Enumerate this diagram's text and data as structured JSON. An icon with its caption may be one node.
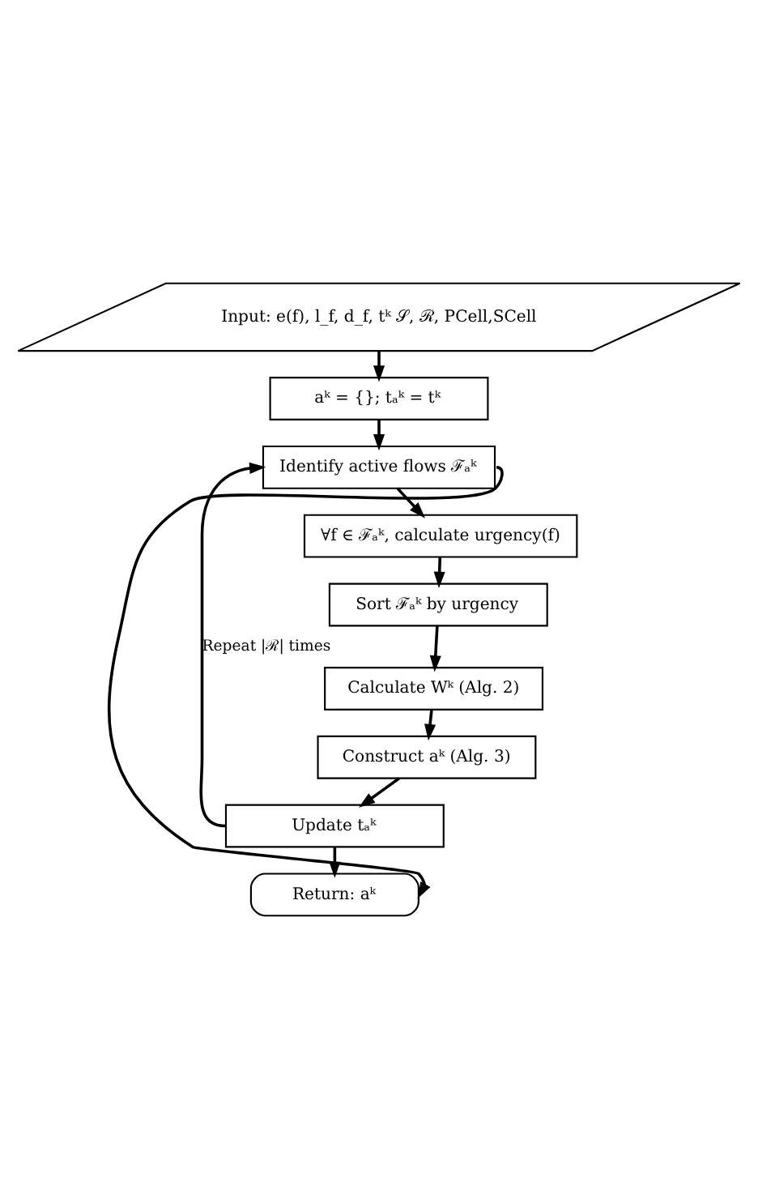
{
  "diagram": {
    "nodes": [
      {
        "text": [
          "Input: e(f), l_f, d_f, tᵏ 𝒮, ℛ, PCell,SCell"
        ]
      },
      {
        "text": [
          "aᵏ = {}; tₐᵏ = tᵏ"
        ]
      },
      {
        "text": [
          "Identify active flows ℱₐᵏ"
        ]
      },
      {
        "text": [
          "∀f ∈ ℱₐᵏ, calculate urgency(f)"
        ]
      },
      {
        "text": [
          "Sort ℱₐᵏ by urgency"
        ]
      },
      {
        "text": [
          "Calculate Wᵏ (Alg. 2)"
        ]
      },
      {
        "text": [
          "Construct aᵏ (Alg. 3)"
        ]
      },
      {
        "text": [
          "Update tₐᵏ"
        ]
      },
      {
        "text": [
          "Return: aᵏ"
        ]
      }
    ],
    "edges": [
      {
        "from": 0,
        "to": 1,
        "arrow": "to"
      },
      {
        "from": 1,
        "to": 2,
        "arrow": "to"
      },
      {
        "from": 2,
        "to": 3,
        "arrow": "to"
      },
      {
        "from": 3,
        "to": 4,
        "arrow": "to"
      },
      {
        "from": 4,
        "to": 5,
        "arrow": "to"
      },
      {
        "from": 5,
        "to": 6,
        "arrow": "to"
      },
      {
        "from": 6,
        "to": 7,
        "arrow": "to"
      },
      {
        "from": 7,
        "to": 8,
        "arrow": "to"
      },
      {
        "from": 7,
        "to": 2,
        "arrow": "to",
        "label": "Repeat |ℛ| times"
      },
      {
        "from": 2,
        "to": 8,
        "arrow": "to"
      }
    ]
  }
}
